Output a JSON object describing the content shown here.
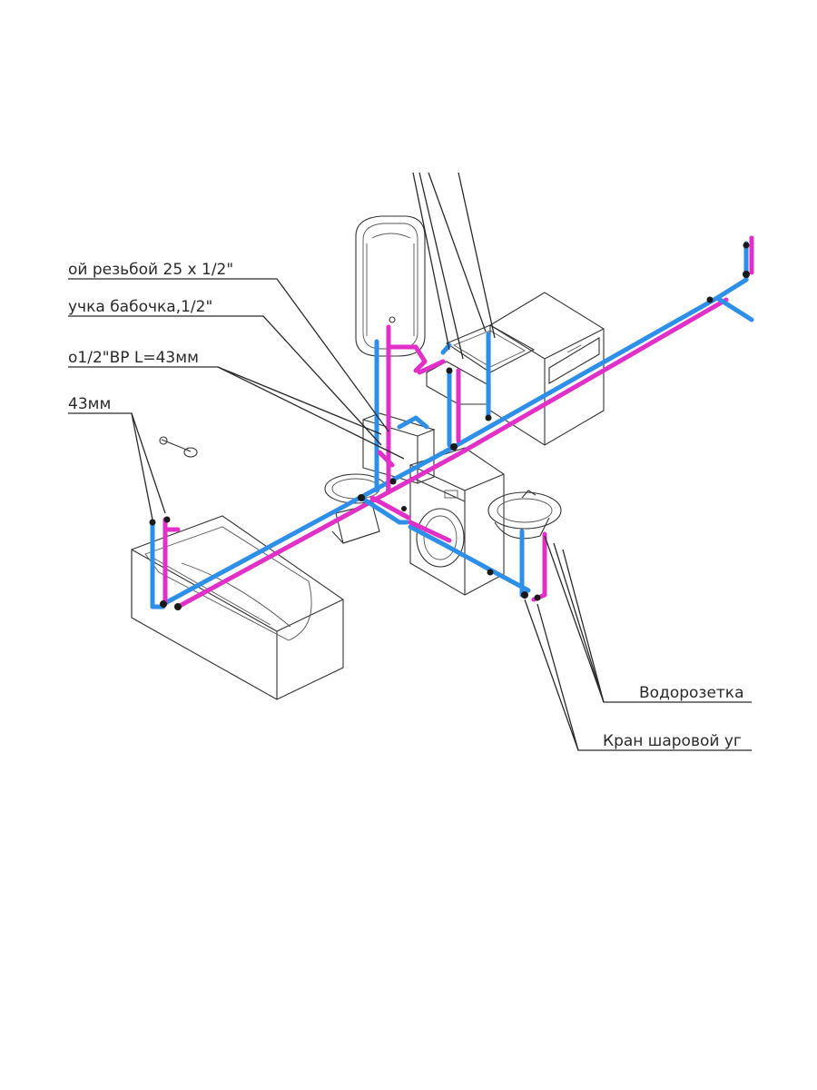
{
  "labels": {
    "thread_fitting": "ой резьбой 25 х 1/2\"",
    "butterfly_handle": "учка бабочка,1/2\"",
    "extension": "о1/2\"ВР L=43мм",
    "tail_left": "43мм",
    "wall_outlet": "Водорозетка",
    "ball_valve": "Кран шаровой уг"
  },
  "colors": {
    "cold_pipe": "#2e8fe8",
    "hot_pipe": "#e030c8",
    "lines": "#2a2a2a"
  }
}
